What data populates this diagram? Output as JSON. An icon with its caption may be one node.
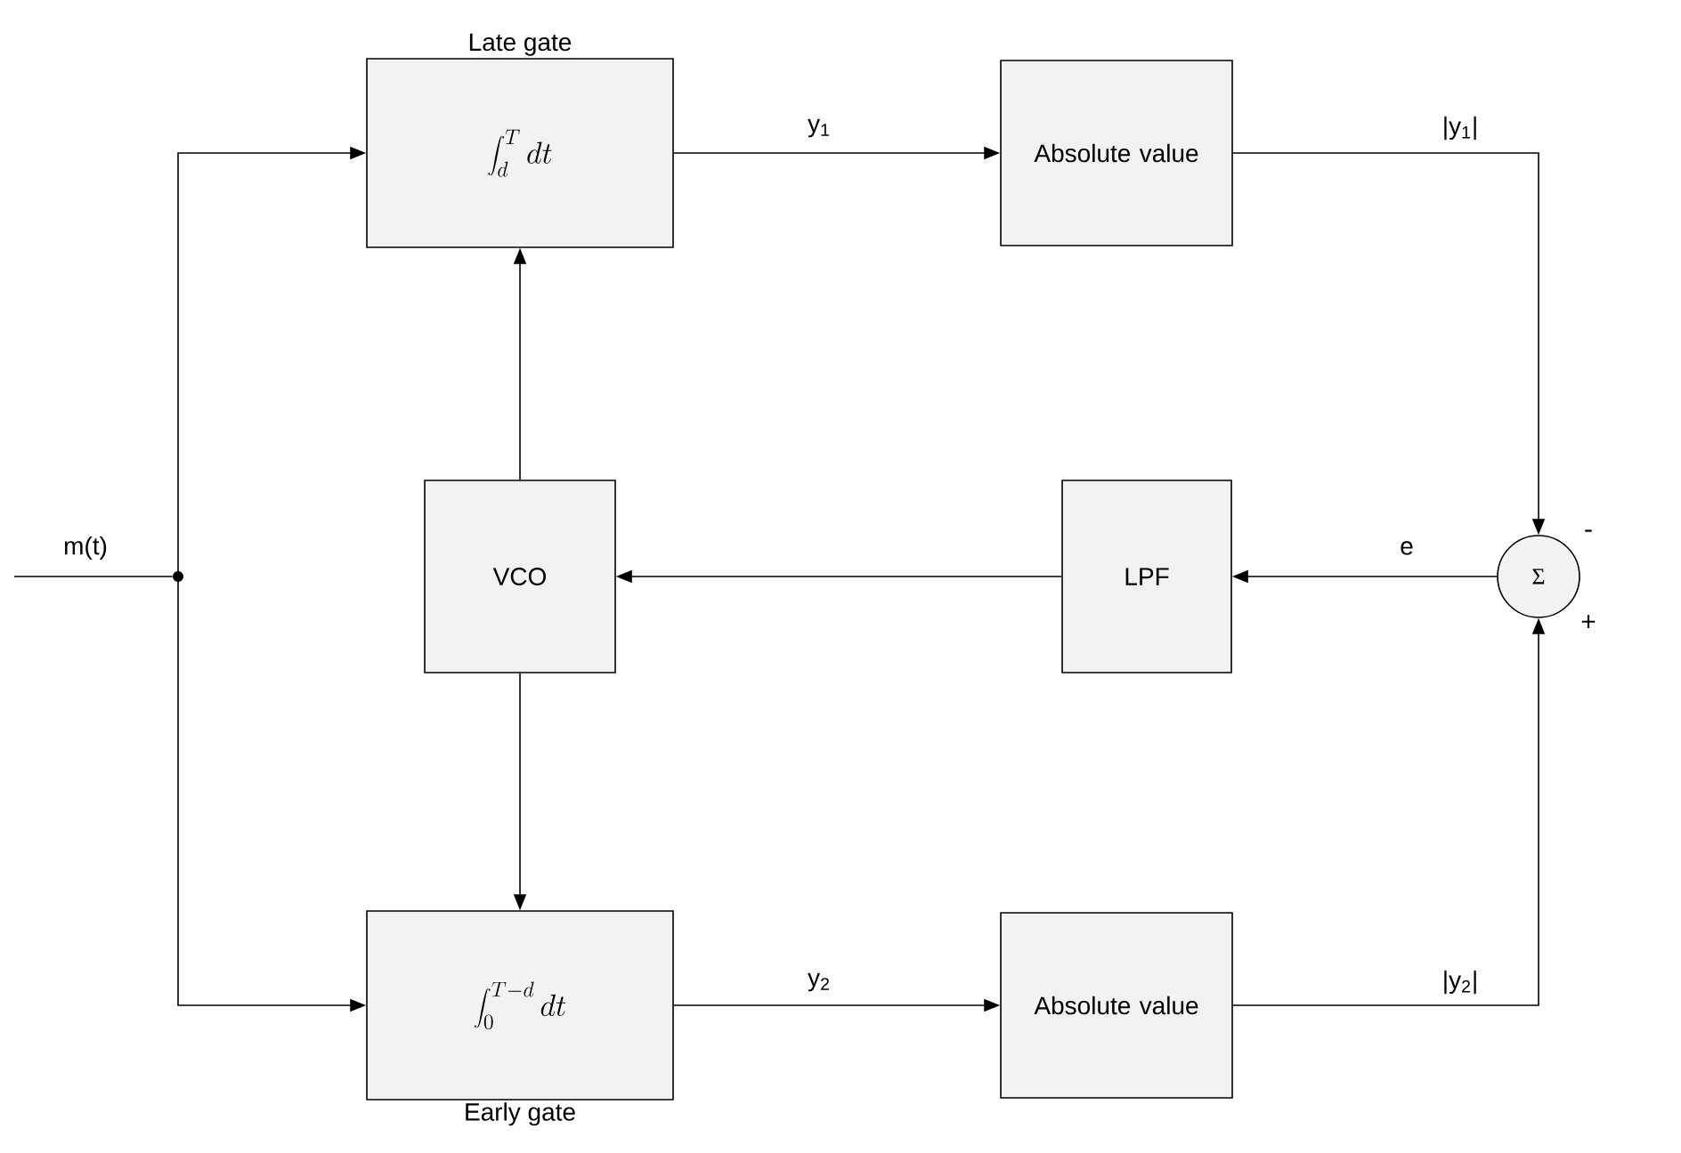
{
  "diagram": {
    "nodes": [
      {
        "text": [
          "Late gate",
          "\\int_{d}^{T} dt"
        ]
      },
      {
        "text": [
          "Absolute value"
        ]
      },
      {
        "text": [
          "VCO"
        ]
      },
      {
        "text": [
          "LPF"
        ]
      },
      {
        "text": [
          "Σ"
        ],
        "beside": [
          "-",
          "+"
        ]
      },
      {
        "text": [
          "\\int_{0}^{T-d} dt",
          "Early gate"
        ]
      },
      {
        "text": [
          "Absolute value"
        ]
      },
      {
        "text": [],
        "shape": "circle"
      }
    ],
    "edges": [
      {
        "from": null,
        "to": 7,
        "arrow": "none",
        "label": "m(t)"
      },
      {
        "from": 7,
        "to": 0,
        "arrow": "to"
      },
      {
        "from": 7,
        "to": 5,
        "arrow": "to"
      },
      {
        "from": 0,
        "to": 1,
        "arrow": "to",
        "label": "y$_{1}$"
      },
      {
        "from": 1,
        "to": 4,
        "arrow": "to",
        "label": "|y$_{1}$|"
      },
      {
        "from": 6,
        "to": 4,
        "arrow": "to",
        "label": "|y$_{2}$|"
      },
      {
        "from": 4,
        "to": 3,
        "arrow": "to",
        "label": "e"
      },
      {
        "from": 3,
        "to": 2,
        "arrow": "to"
      },
      {
        "from": 2,
        "to": 0,
        "arrow": "to"
      },
      {
        "from": 2,
        "to": 5,
        "arrow": "to"
      },
      {
        "from": 5,
        "to": 6,
        "arrow": "to",
        "label": "y$_{2}$"
      }
    ]
  }
}
